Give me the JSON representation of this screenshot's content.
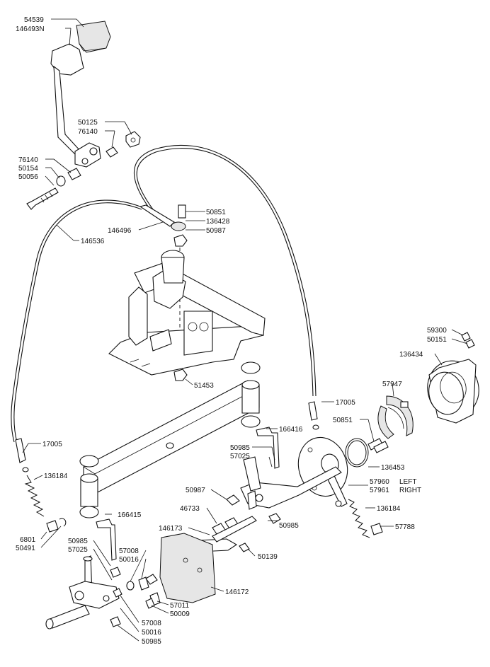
{
  "diagram": {
    "part_numbers": {
      "p54539": "54539",
      "p146493N": "146493N",
      "p50125": "50125",
      "p76140a": "76140",
      "p76140b": "76140",
      "p50154": "50154",
      "p50056": "50056",
      "p50851a": "50851",
      "p136428": "136428",
      "p146496": "146496",
      "p50987a": "50987",
      "p146536": "146536",
      "p51453": "51453",
      "p59300": "59300",
      "p50151": "50151",
      "p136434": "136434",
      "p57947": "57947",
      "p17005a": "17005",
      "p50851b": "50851",
      "p166416": "166416",
      "p17005b": "17005",
      "p50985a": "50985",
      "p57025a": "57025",
      "p136453": "136453",
      "p57960": "57960",
      "p57961": "57961",
      "p136184a": "136184",
      "p50987b": "50987",
      "p136184b": "136184",
      "p46733": "46733",
      "p50985b": "50985",
      "p166415": "166415",
      "p146173": "146173",
      "p57788": "57788",
      "p6801": "6801",
      "p50491": "50491",
      "p50985c": "50985",
      "p57025b": "57025",
      "p57008a": "57008",
      "p50016a": "50016",
      "p50139": "50139",
      "p146172": "146172",
      "p57011": "57011",
      "p50009": "50009",
      "p57008b": "57008",
      "p50016b": "50016",
      "p50985d": "50985"
    },
    "side_notes": {
      "left": "LEFT",
      "right": "RIGHT"
    }
  }
}
